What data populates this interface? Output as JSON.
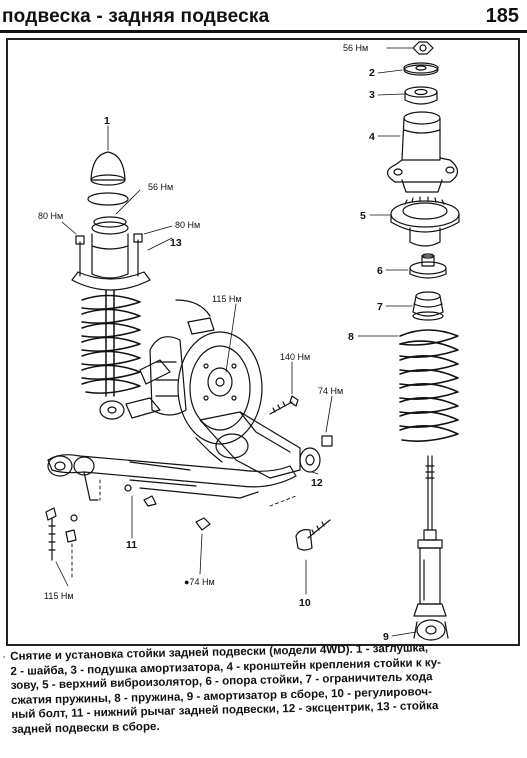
{
  "header": {
    "title": "подвеска - задняя подвеска",
    "page_number": "185"
  },
  "figure": {
    "torques": {
      "t56_top": "56 Нм",
      "t56_mount": "56 Нм",
      "t80_left": "80 Нм",
      "t80_right": "80 Нм",
      "t115_hub": "115 Нм",
      "t140": "140 Нм",
      "t74_right": "74 Нм",
      "t74_bottom": "●74 Нм",
      "t115_bottom": "115 Нм"
    },
    "callouts": {
      "c1": "1",
      "c2": "2",
      "c3": "3",
      "c4": "4",
      "c5": "5",
      "c6": "6",
      "c7": "7",
      "c8": "8",
      "c9": "9",
      "c10": "10",
      "c11": "11",
      "c12": "12",
      "c13": "13"
    }
  },
  "caption": {
    "marker": "·",
    "lines": [
      "Снятие и установка стойки задней подвески (модели 4WD). 1 - заглушка,",
      "2 - шайба, 3 - подушка амортизатора, 4 - кронштейн крепления стойки к ку-",
      "зову, 5 - верхний виброизолятор, 6 - опора стойки, 7 - ограничитель хода",
      "сжатия пружины, 8 - пружина, 9 - амортизатор в сборе, 10 - регулировоч-",
      "ный болт, 11 - нижний рычаг задней подвески, 12 - эксцентрик, 13 - стойка",
      "задней подвески в сборе."
    ]
  }
}
